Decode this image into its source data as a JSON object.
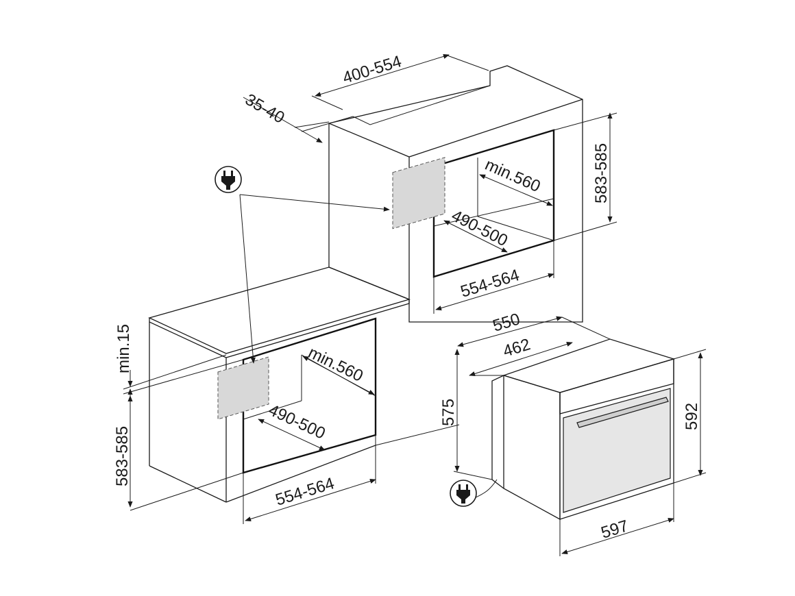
{
  "labels": {
    "top_width": "400-554",
    "top_gap": "35-40",
    "tall_height": "583-585",
    "tall_min_depth": "min.560",
    "tall_depth": "490-500",
    "tall_width": "554-564",
    "base_top_gap": "min.15",
    "base_height": "583-585",
    "base_min_depth": "min.560",
    "base_depth": "490-500",
    "base_width": "554-564",
    "oven_depth_total": "550",
    "oven_depth_body": "462",
    "oven_body_height": "575",
    "oven_front_height": "592",
    "oven_front_width": "597"
  },
  "icons": {
    "plug_upper": "power-plug-icon",
    "plug_lower": "power-plug-icon"
  },
  "colors": {
    "line": "#1a1a1a",
    "shaded_area": "#d8d8d8",
    "oven_glass": "#e6e6e6"
  }
}
